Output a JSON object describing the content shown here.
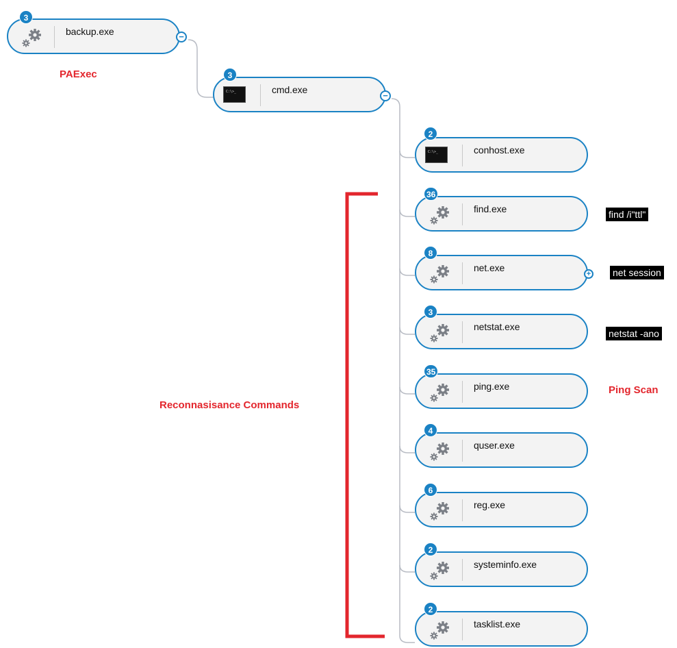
{
  "nodes": {
    "backup": {
      "label": "backup.exe",
      "count": "3"
    },
    "cmd": {
      "label": "cmd.exe",
      "count": "3"
    },
    "conhost": {
      "label": "conhost.exe",
      "count": "2"
    },
    "find": {
      "label": "find.exe",
      "count": "36"
    },
    "net": {
      "label": "net.exe",
      "count": "8"
    },
    "netstat": {
      "label": "netstat.exe",
      "count": "3"
    },
    "ping": {
      "label": "ping.exe",
      "count": "35"
    },
    "quser": {
      "label": "quser.exe",
      "count": "4"
    },
    "reg": {
      "label": "reg.exe",
      "count": "6"
    },
    "systeminfo": {
      "label": "systeminfo.exe",
      "count": "2"
    },
    "tasklist": {
      "label": "tasklist.exe",
      "count": "2"
    }
  },
  "annotations": {
    "paexec": "PAExec",
    "recon": "Reconnasisance Commands",
    "find_cmd": "find /i\"ttl\"",
    "net_cmd": "net session",
    "netstat_cmd": "netstat -ano",
    "ping_scan": "Ping Scan"
  },
  "terminal_text": "C:\\>_",
  "toggles": {
    "collapse": "−",
    "expand": "+"
  },
  "colors": {
    "node_border": "#1a82c4",
    "badge": "#1a82c4",
    "annotation_red": "#e3262d",
    "connector": "#b8bcc4"
  }
}
